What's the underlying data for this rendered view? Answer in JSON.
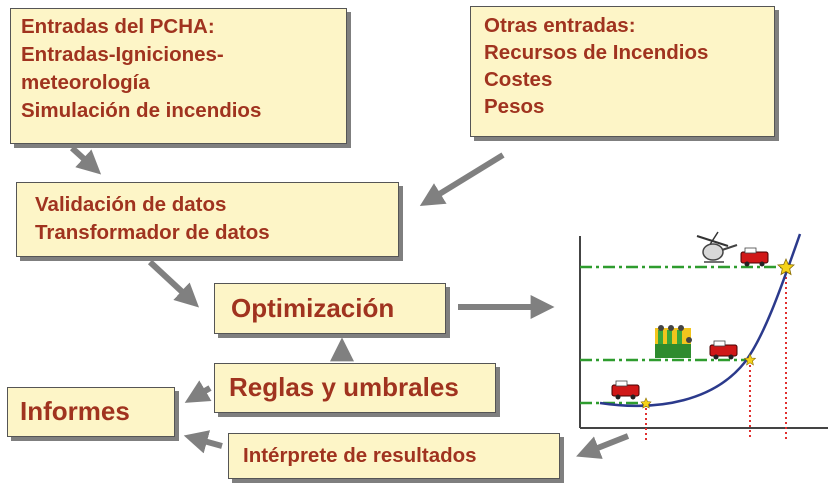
{
  "boxes": {
    "pcha": {
      "lines": [
        "Entradas del PCHA:",
        "Entradas-Igniciones-",
        "meteorología",
        "Simulación de incendios"
      ]
    },
    "otras": {
      "lines": [
        "Otras entradas:",
        "Recursos de Incendios",
        "Costes",
        "Pesos"
      ]
    },
    "validacion": {
      "lines": [
        "Validación de datos",
        "Transformador de datos"
      ]
    },
    "optimizacion": {
      "label": "Optimización"
    },
    "reglas": {
      "label": "Reglas y umbrales"
    },
    "informes": {
      "label": "Informes"
    },
    "interprete": {
      "label": "Intérprete de resultados"
    }
  },
  "colors": {
    "box_fill": "#fdf5c7",
    "box_text": "#a0331f",
    "arrow": "#808080",
    "curve": "#2b3a8c",
    "dashdot": "#2e9c2e",
    "dotted": "#e03030",
    "star": "#f5d21a"
  },
  "graph_icons": [
    "helicopter-icon",
    "fire-engine-icon",
    "crew-icon",
    "fire-engine-icon",
    "fire-engine-icon"
  ]
}
